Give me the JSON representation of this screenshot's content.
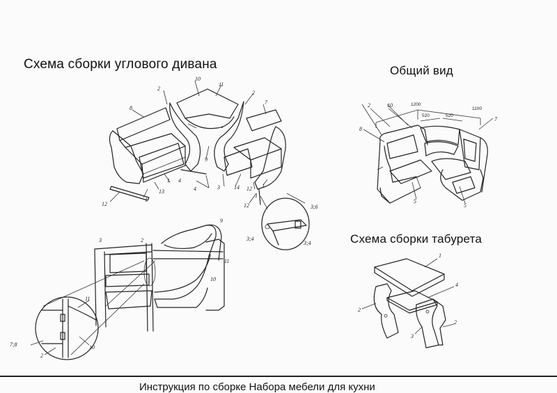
{
  "titles": {
    "main": "Схема сборки углового дивана",
    "general": "Общий вид",
    "stool": "Схема сборки табурета"
  },
  "footer": "Инструкция по сборке Набора мебели для кухни",
  "diagram_main": {
    "callouts": [
      "10",
      "11",
      "2",
      "2",
      "8",
      "7",
      "9",
      "1",
      "12",
      "3",
      "4",
      "4",
      "1",
      "13",
      "14",
      "12",
      "1",
      "12",
      "1"
    ],
    "detail_labels": [
      "3;6",
      "3;4",
      "3;4"
    ]
  },
  "diagram_detail": {
    "callouts": [
      "3",
      "2",
      "9",
      "11",
      "10",
      "11",
      "7;8",
      "2",
      "10"
    ]
  },
  "general_view": {
    "dimensions": [
      "1200",
      "1100",
      "520",
      "520"
    ],
    "callouts": [
      "2",
      "10",
      "8",
      "7",
      "5",
      "5"
    ]
  },
  "stool": {
    "callouts": [
      "1",
      "4",
      "2",
      "2",
      "3"
    ]
  }
}
